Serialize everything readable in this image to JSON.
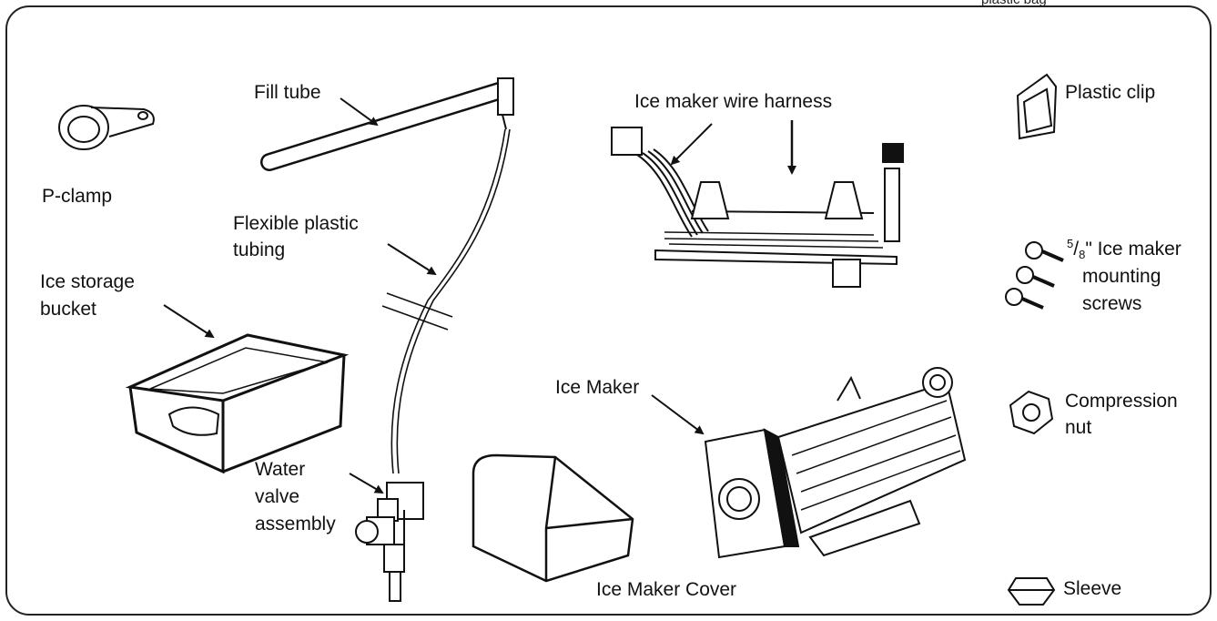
{
  "corner_note": "plastic bag",
  "labels": {
    "p_clamp": "P-clamp",
    "fill_tube": "Fill tube",
    "flexible_tubing_line1": "Flexible plastic",
    "flexible_tubing_line2": "tubing",
    "wire_harness": "Ice maker wire harness",
    "plastic_clip": "Plastic clip",
    "screws_numerator": "5",
    "screws_denominator": "8",
    "screws_line1_rest": "\" Ice maker",
    "screws_line2": "mounting",
    "screws_line3": "screws",
    "bucket_line1": "Ice storage",
    "bucket_line2": "bucket",
    "water_valve_line1": "Water",
    "water_valve_line2": "valve",
    "water_valve_line3": "assembly",
    "ice_maker": "Ice Maker",
    "ice_maker_cover": "Ice Maker Cover",
    "compression_nut_line1": "Compression",
    "compression_nut_line2": "nut",
    "sleeve": "Sleeve"
  }
}
